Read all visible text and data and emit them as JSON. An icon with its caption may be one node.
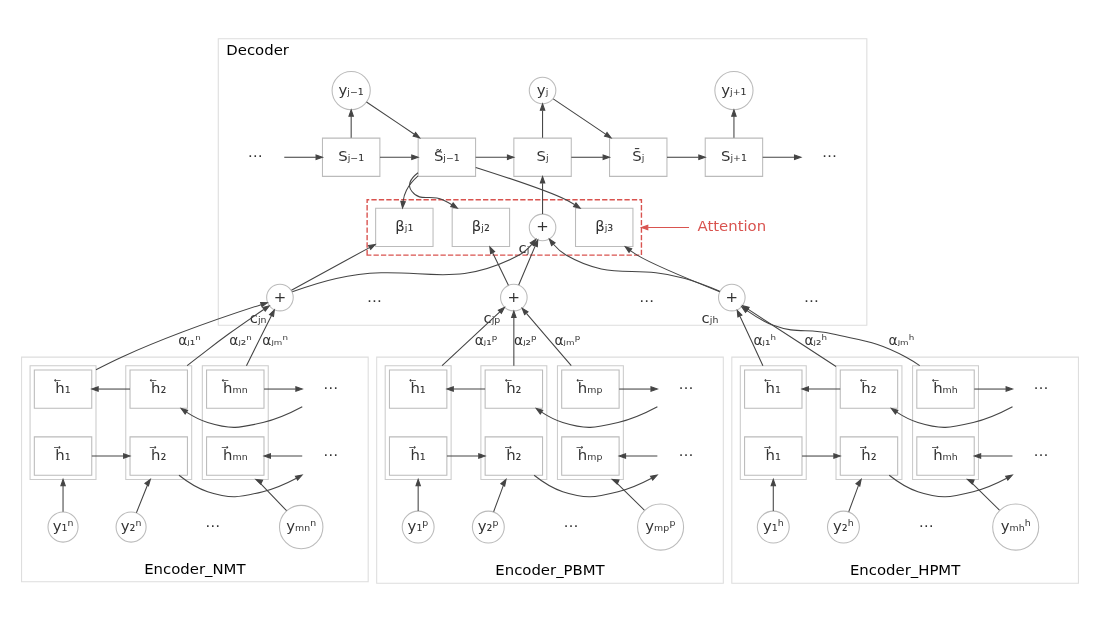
{
  "diagram": {
    "nodes": [
      {
        "text": [
          "Decoder"
        ]
      },
      {
        "text": [
          "⋯"
        ],
        "in": 0
      },
      {
        "text": [
          "Sⱼ₋₁"
        ],
        "in": 0
      },
      {
        "text": [
          "yⱼ₋₁"
        ],
        "in": 0
      },
      {
        "text": [
          "S̃ⱼ₋₁"
        ],
        "in": 0
      },
      {
        "text": [
          "yⱼ"
        ],
        "in": 0
      },
      {
        "text": [
          "Sⱼ"
        ],
        "in": 0
      },
      {
        "text": [
          "S̄ⱼ"
        ],
        "in": 0
      },
      {
        "text": [
          "yⱼ₊₁"
        ],
        "in": 0
      },
      {
        "text": [
          "Sⱼ₊₁"
        ],
        "in": 0
      },
      {
        "text": [
          "⋯"
        ],
        "in": 0
      },
      {
        "text": [],
        "shape": "box",
        "in": 0
      },
      {
        "text": [
          "Attention"
        ],
        "in": 0
      },
      {
        "text": [
          "+"
        ],
        "beside": [
          "cⱼ"
        ],
        "in": 11
      },
      {
        "text": [
          "βⱼ₁"
        ],
        "in": 11
      },
      {
        "text": [
          "βⱼ₂"
        ],
        "in": 11
      },
      {
        "text": [
          "βⱼ₃"
        ],
        "in": 11
      },
      {
        "text": [
          "+"
        ],
        "beside": [
          "cⱼₙ"
        ],
        "in": 0
      },
      {
        "text": [
          "+"
        ],
        "beside": [
          "cⱼₚ"
        ],
        "in": 0
      },
      {
        "text": [
          "+"
        ],
        "beside": [
          "cⱼₕ"
        ],
        "in": 0
      },
      {
        "text": [
          "Encoder_NMT"
        ]
      },
      {
        "text": [],
        "shape": "box",
        "in": 20
      },
      {
        "text": [
          "h⃖₁"
        ],
        "in": 21
      },
      {
        "text": [
          "h⃗₁"
        ],
        "in": 21
      },
      {
        "text": [],
        "shape": "box",
        "in": 20
      },
      {
        "text": [
          "h⃖₂"
        ],
        "in": 24
      },
      {
        "text": [
          "h⃗₂"
        ],
        "in": 24
      },
      {
        "text": [
          "⋯"
        ],
        "in": 20
      },
      {
        "text": [
          "⋯"
        ],
        "in": 20
      },
      {
        "text": [],
        "shape": "box",
        "in": 20
      },
      {
        "text": [
          "h⃖ₘₙ"
        ],
        "in": 29
      },
      {
        "text": [
          "h⃗ₘₙ"
        ],
        "in": 29
      },
      {
        "text": [
          "y₁ⁿ"
        ],
        "in": 20
      },
      {
        "text": [
          "y₂ⁿ"
        ],
        "in": 20
      },
      {
        "text": [
          "yₘₙⁿ"
        ],
        "in": 20
      },
      {
        "text": [
          "Encoder_PBMT"
        ]
      },
      {
        "text": [],
        "shape": "box",
        "in": 35
      },
      {
        "text": [
          "h⃖₁"
        ],
        "in": 36
      },
      {
        "text": [
          "h⃗₁"
        ],
        "in": 36
      },
      {
        "text": [],
        "shape": "box",
        "in": 35
      },
      {
        "text": [
          "h⃖₂"
        ],
        "in": 39
      },
      {
        "text": [
          "h⃗₂"
        ],
        "in": 39
      },
      {
        "text": [
          "⋯"
        ],
        "in": 35
      },
      {
        "text": [
          "⋯"
        ],
        "in": 35
      },
      {
        "text": [],
        "shape": "box",
        "in": 35
      },
      {
        "text": [
          "h⃖ₘₚ"
        ],
        "in": 44
      },
      {
        "text": [
          "h⃗ₘₚ"
        ],
        "in": 44
      },
      {
        "text": [
          "y₁ᵖ"
        ],
        "in": 35
      },
      {
        "text": [
          "y₂ᵖ"
        ],
        "in": 35
      },
      {
        "text": [
          "yₘₚᵖ"
        ],
        "in": 35
      },
      {
        "text": [
          "Encoder_HPMT"
        ]
      },
      {
        "text": [],
        "shape": "box",
        "in": 50
      },
      {
        "text": [
          "h⃖₁"
        ],
        "in": 51
      },
      {
        "text": [
          "h⃗₁"
        ],
        "in": 51
      },
      {
        "text": [],
        "shape": "box",
        "in": 50
      },
      {
        "text": [
          "h⃖₂"
        ],
        "in": 54
      },
      {
        "text": [
          "h⃗₂"
        ],
        "in": 54
      },
      {
        "text": [
          "⋯"
        ],
        "in": 50
      },
      {
        "text": [
          "⋯"
        ],
        "in": 50
      },
      {
        "text": [],
        "shape": "box",
        "in": 50
      },
      {
        "text": [
          "h⃖ₘₕ"
        ],
        "in": 59
      },
      {
        "text": [
          "h⃗ₘₕ"
        ],
        "in": 59
      },
      {
        "text": [
          "y₁ʰ"
        ],
        "in": 50
      },
      {
        "text": [
          "y₂ʰ"
        ],
        "in": 50
      },
      {
        "text": [
          "yₘₕʰ"
        ],
        "in": 50
      }
    ],
    "edges": [
      {
        "from": 1,
        "to": 2,
        "arrow": "to"
      },
      {
        "from": 2,
        "to": 3,
        "arrow": "to"
      },
      {
        "from": 2,
        "to": 4,
        "arrow": "to"
      },
      {
        "from": 3,
        "to": 4,
        "arrow": "to"
      },
      {
        "from": 4,
        "to": 6,
        "arrow": "to"
      },
      {
        "from": 6,
        "to": 5,
        "arrow": "to"
      },
      {
        "from": 6,
        "to": 7,
        "arrow": "to"
      },
      {
        "from": 5,
        "to": 7,
        "arrow": "to"
      },
      {
        "from": 7,
        "to": 9,
        "arrow": "to"
      },
      {
        "from": 9,
        "to": 8,
        "arrow": "to"
      },
      {
        "from": 9,
        "to": 10,
        "arrow": "to"
      },
      {
        "from": 4,
        "to": 14,
        "arrow": "to"
      },
      {
        "from": 4,
        "to": 15,
        "arrow": "to"
      },
      {
        "from": 4,
        "to": 16,
        "arrow": "to"
      },
      {
        "from": 17,
        "to": 14,
        "arrow": "to"
      },
      {
        "from": 18,
        "to": 15,
        "arrow": "to"
      },
      {
        "from": 19,
        "to": 16,
        "arrow": "to"
      },
      {
        "from": 17,
        "to": 13,
        "arrow": "to"
      },
      {
        "from": 18,
        "to": 13,
        "arrow": "to"
      },
      {
        "from": 19,
        "to": 13,
        "arrow": "to"
      },
      {
        "from": 13,
        "to": 6,
        "arrow": "to"
      },
      {
        "from": 12,
        "to": 11,
        "arrow": "to",
        "color": "#d9534f"
      },
      {
        "from": 21,
        "to": 17,
        "arrow": "to",
        "label": "αⱼ₁ⁿ"
      },
      {
        "from": 24,
        "to": 17,
        "arrow": "to",
        "label": "αⱼ₂ⁿ"
      },
      {
        "from": 29,
        "to": 17,
        "arrow": "to",
        "label": "αⱼₘⁿ"
      },
      {
        "from": 25,
        "to": 22,
        "arrow": "to"
      },
      {
        "from": 27,
        "to": 25,
        "arrow": "to"
      },
      {
        "from": 30,
        "to": 27,
        "arrow": "to"
      },
      {
        "from": 23,
        "to": 26,
        "arrow": "to"
      },
      {
        "from": 26,
        "to": 28,
        "arrow": "to"
      },
      {
        "from": 28,
        "to": 31,
        "arrow": "to"
      },
      {
        "from": 32,
        "to": 21,
        "arrow": "to"
      },
      {
        "from": 33,
        "to": 24,
        "arrow": "to"
      },
      {
        "from": 34,
        "to": 29,
        "arrow": "to"
      },
      {
        "from": 36,
        "to": 18,
        "arrow": "to",
        "label": "αⱼ₁ᵖ"
      },
      {
        "from": 39,
        "to": 18,
        "arrow": "to",
        "label": "αⱼ₂ᵖ"
      },
      {
        "from": 44,
        "to": 18,
        "arrow": "to",
        "label": "αⱼₘᵖ"
      },
      {
        "from": 40,
        "to": 37,
        "arrow": "to"
      },
      {
        "from": 42,
        "to": 40,
        "arrow": "to"
      },
      {
        "from": 45,
        "to": 42,
        "arrow": "to"
      },
      {
        "from": 38,
        "to": 41,
        "arrow": "to"
      },
      {
        "from": 41,
        "to": 43,
        "arrow": "to"
      },
      {
        "from": 43,
        "to": 46,
        "arrow": "to"
      },
      {
        "from": 47,
        "to": 36,
        "arrow": "to"
      },
      {
        "from": 48,
        "to": 39,
        "arrow": "to"
      },
      {
        "from": 49,
        "to": 44,
        "arrow": "to"
      },
      {
        "from": 51,
        "to": 19,
        "arrow": "to",
        "label": "αⱼ₁ʰ"
      },
      {
        "from": 54,
        "to": 19,
        "arrow": "to",
        "label": "αⱼ₂ʰ"
      },
      {
        "from": 59,
        "to": 19,
        "arrow": "to",
        "label": "αⱼₘʰ"
      },
      {
        "from": 55,
        "to": 52,
        "arrow": "to"
      },
      {
        "from": 57,
        "to": 55,
        "arrow": "to"
      },
      {
        "from": 60,
        "to": 57,
        "arrow": "to"
      },
      {
        "from": 53,
        "to": 56,
        "arrow": "to"
      },
      {
        "from": 56,
        "to": 58,
        "arrow": "to"
      },
      {
        "from": 58,
        "to": 61,
        "arrow": "to"
      },
      {
        "from": 62,
        "to": 51,
        "arrow": "to"
      },
      {
        "from": 63,
        "to": 54,
        "arrow": "to"
      },
      {
        "from": 64,
        "to": 59,
        "arrow": "to"
      }
    ],
    "labels": [
      "…",
      "…",
      "…",
      "⋯",
      "⋯",
      "⋯"
    ]
  }
}
